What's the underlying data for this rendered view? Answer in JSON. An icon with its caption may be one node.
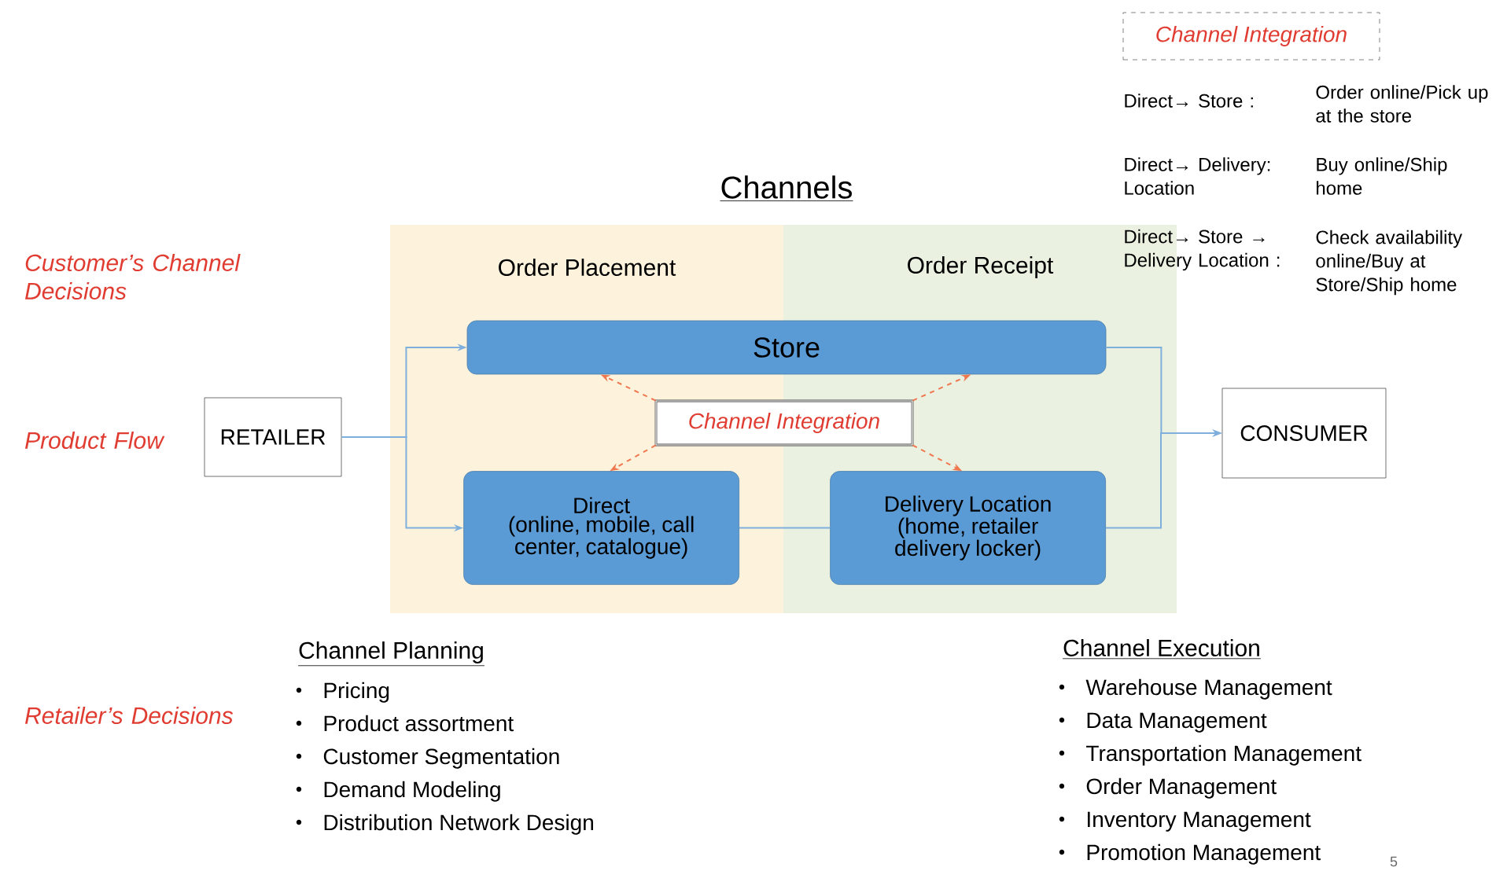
{
  "diagram": {
    "title": "Channels",
    "nodes": [
      {
        "text": [
          "Order Placement"
        ]
      },
      {
        "text": [
          "Order Receipt"
        ]
      },
      {
        "text": [
          "Store"
        ]
      },
      {
        "text": [
          "Direct",
          "(online, mobile, call center, catalogue)"
        ],
        "in": 0
      },
      {
        "text": [
          "Delivery Location",
          "(home, retailer delivery locker)"
        ],
        "in": 1
      },
      {
        "text": [
          "Channel Integration"
        ]
      },
      {
        "text": [
          "RETAILER"
        ]
      },
      {
        "text": [
          "CONSUMER"
        ]
      },
      {
        "text": [
          "Channel Integration"
        ]
      }
    ],
    "edges": [
      {
        "from": 6,
        "to": 2,
        "arrow": "to"
      },
      {
        "from": 6,
        "to": 3,
        "arrow": "to"
      },
      {
        "from": 3,
        "to": 4,
        "arrow": "none"
      },
      {
        "from": 2,
        "to": 7,
        "arrow": "to"
      },
      {
        "from": 4,
        "to": 7,
        "arrow": "to"
      },
      {
        "from": 5,
        "to": 2,
        "arrow": "to",
        "style": "dashed",
        "color": "#f07850"
      },
      {
        "from": 5,
        "to": 2,
        "arrow": "to",
        "style": "dashed",
        "color": "#f07850"
      },
      {
        "from": 5,
        "to": 3,
        "arrow": "to",
        "style": "dashed",
        "color": "#f07850"
      },
      {
        "from": 5,
        "to": 4,
        "arrow": "to",
        "style": "dashed",
        "color": "#f07850"
      }
    ],
    "labels": [
      "Customer’s Channel Decisions",
      "Product Flow",
      "Retailer’s Decisions",
      "Channel Planning",
      "Pricing",
      "Product assortment",
      "Customer Segmentation",
      "Demand Modeling",
      "Distribution Network Design",
      "Channel Execution",
      "Warehouse Management",
      "Data Management",
      "Transportation Management",
      "Order Management",
      "Inventory Management",
      "Promotion Management",
      "Direct→ Store :",
      "Order online/Pick up at the store",
      "Direct→ Delivery: Location",
      "Buy online/Ship home",
      "Direct→ Store → Delivery Location :",
      "Check availability online/Buy at Store/Ship home",
      "5"
    ]
  }
}
